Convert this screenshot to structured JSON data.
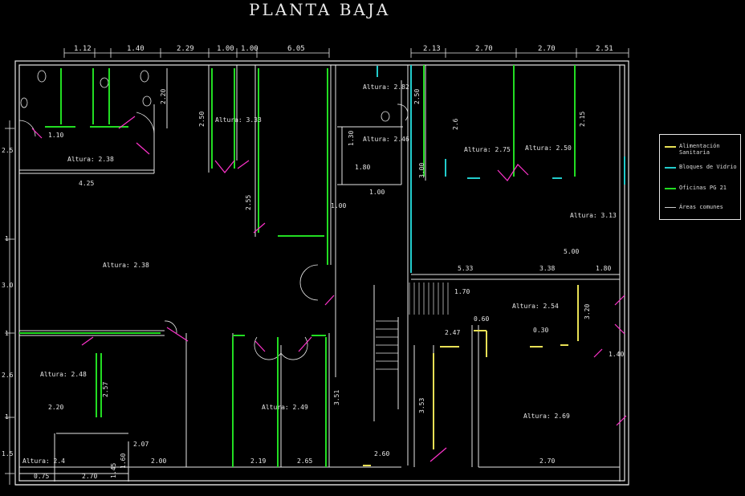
{
  "title": "PLANTA BAJA",
  "colors": {
    "wall": "#e6e6e6",
    "green": "#22dd22",
    "cyan": "#22cccc",
    "yellow": "#e8e055",
    "magenta": "#ff33cc",
    "background": "#000000"
  },
  "top_dimensions": [
    "1.12",
    "1.40",
    "2.29",
    "1.00",
    "1.00",
    "6.05",
    "2.13",
    "2.70",
    "2.70",
    "2.51"
  ],
  "room_heights": [
    "Altura: 2.38",
    "Altura: 3.33",
    "Altura: 2.82",
    "Altura: 2.46",
    "Altura: 2.75",
    "Altura: 2.50",
    "Altura: 3.13",
    "Altura: 2.38",
    "Altura: 2.54",
    "Altura: 2.48",
    "Altura: 2.49",
    "Altura: 2.69",
    "Altura: 2.4"
  ],
  "interior_dimensions": [
    "1.10",
    "4.25",
    "2.20",
    "2.50",
    "2.55",
    "1.00",
    "1.00",
    "1.30",
    "1.80",
    "3.00",
    "2.6",
    "2.15",
    "5.33",
    "5.00",
    "3.38",
    "1.80",
    "1.70",
    "2.47",
    "0.60",
    "0.30",
    "3.20",
    "1.40",
    "3.51",
    "3.53",
    "2.70",
    "2.19",
    "2.65",
    "2.07",
    "2.00",
    "2.70",
    "1.60",
    "1.45",
    "0.75",
    "2.20",
    "2.57",
    "2.60",
    "2.50"
  ],
  "left_dimensions": [
    "2.5",
    "1",
    "3.0",
    "1",
    "2.6",
    "1",
    "1.5"
  ],
  "legend": {
    "items": [
      {
        "label": "Alimentación Sanitaria",
        "color": "#e8e055"
      },
      {
        "label": "Bloques de Vidrio",
        "color": "#22cccc"
      },
      {
        "label": "Oficinas PG 21",
        "color": "#22dd22"
      },
      {
        "label": "Áreas comunes",
        "color": "#cccccc"
      }
    ]
  }
}
